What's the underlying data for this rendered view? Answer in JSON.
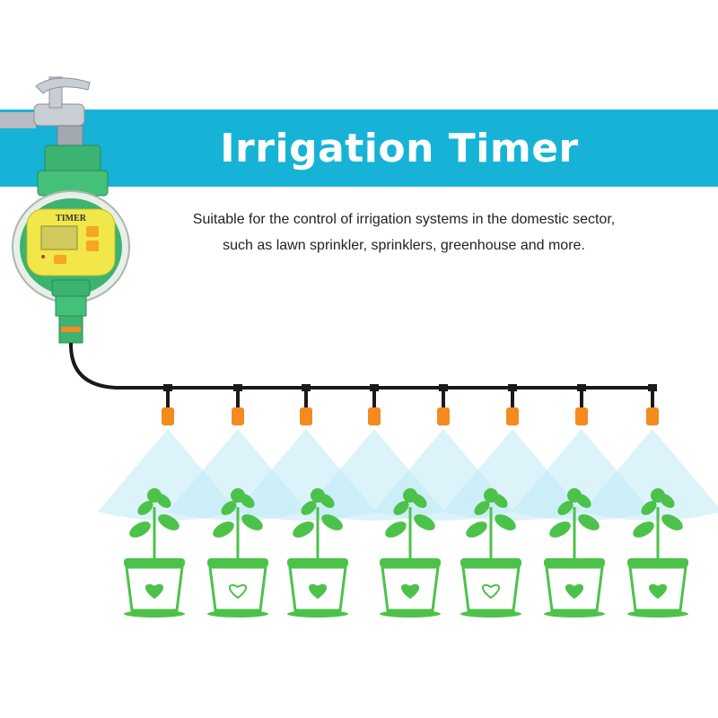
{
  "banner": {
    "title": "Irrigation Timer",
    "color": "#17b3d6"
  },
  "description": {
    "line1": "Suitable for the control of irrigation systems in the domestic sector,",
    "line2": "such as lawn sprinkler, sprinklers, greenhouse and more."
  },
  "timer_device": {
    "label": "TIMER",
    "body_color": "#3cb371",
    "face_color": "#f1e64a",
    "button_color": "#f5a623"
  },
  "pipe": {
    "color": "#1a1a1a",
    "nozzle_color": "#f58a1f",
    "nozzle_count": 8
  },
  "spray_color": "#bfe9f5",
  "pots": {
    "color": "#4cc24a",
    "count": 7,
    "emblem": "heart-icon"
  }
}
